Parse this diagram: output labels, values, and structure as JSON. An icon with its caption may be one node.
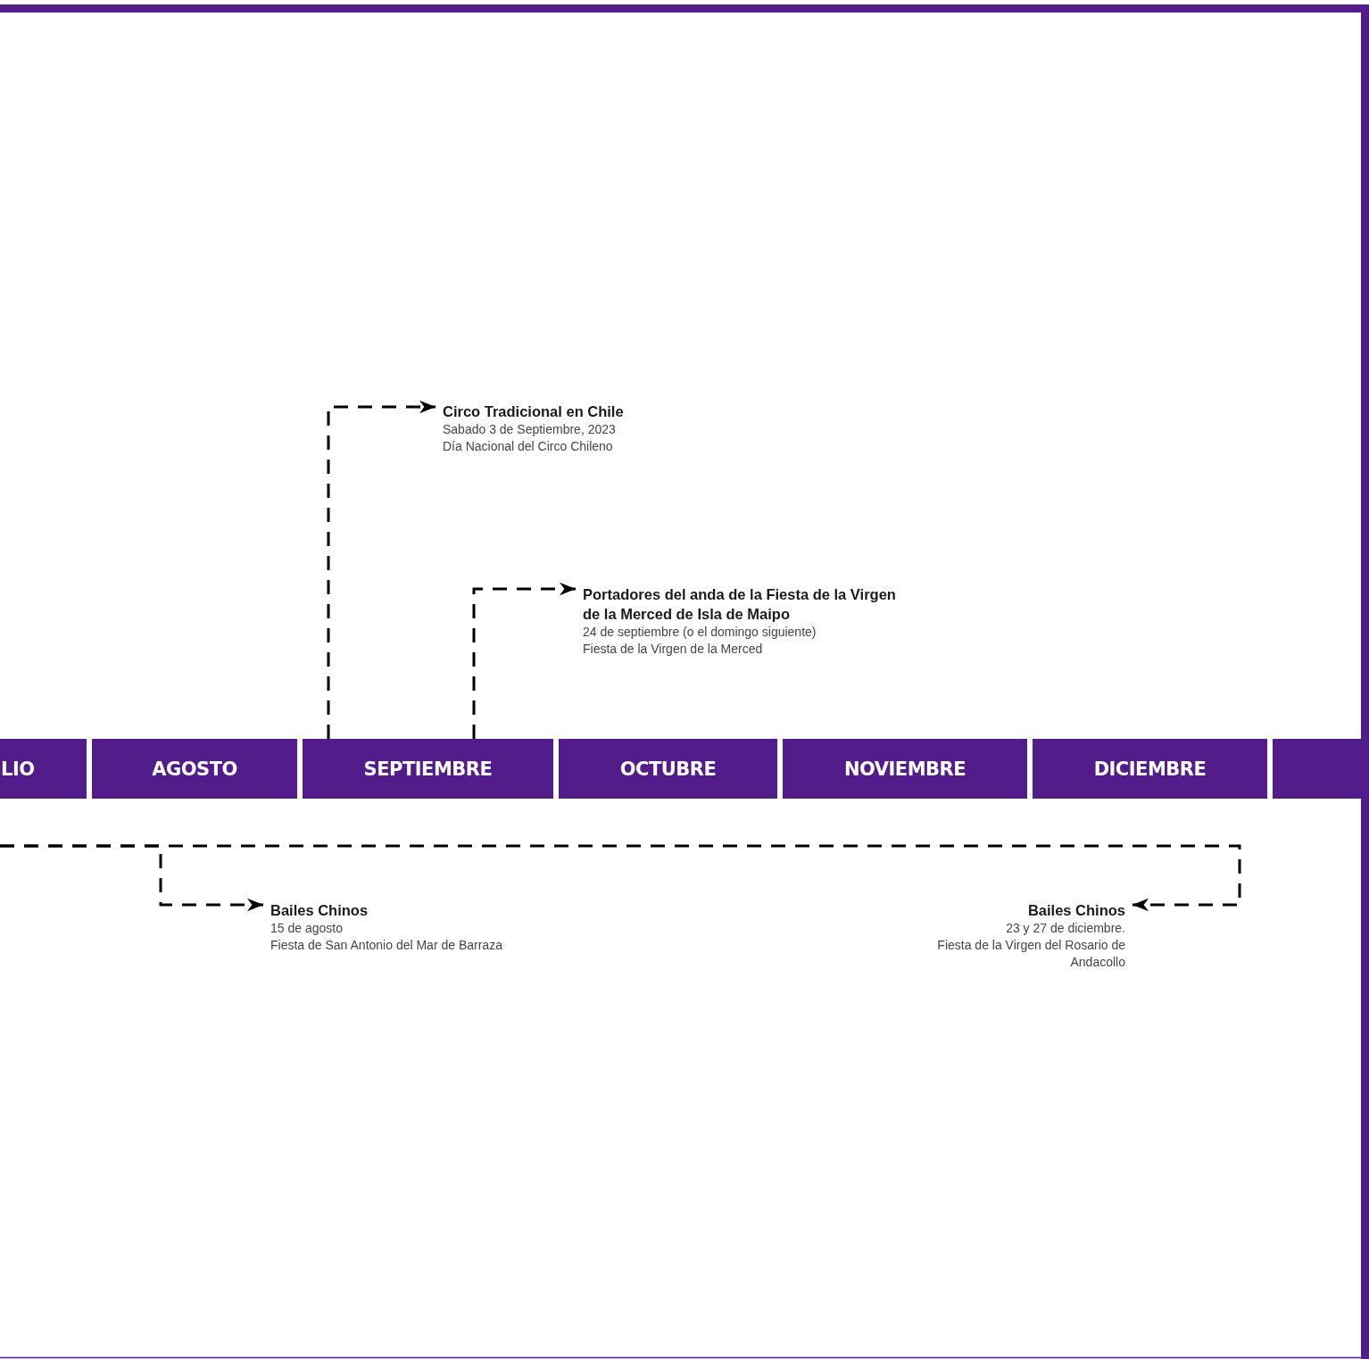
{
  "diagram": {
    "nodes": [
      {
        "text": [
          "LIO"
        ]
      },
      {
        "text": [
          "AGOSTO"
        ]
      },
      {
        "text": [
          "SEPTIEMBRE"
        ]
      },
      {
        "text": [
          "OCTUBRE"
        ]
      },
      {
        "text": [
          "NOVIEMBRE"
        ]
      },
      {
        "text": [
          "DICIEMBRE"
        ]
      },
      {
        "text": [],
        "shape": "box"
      },
      {
        "text": [
          "Circo Tradicional en Chile",
          "Sabado 3 de Septiembre, 2023",
          "Día Nacional del Circo Chileno"
        ]
      },
      {
        "text": [
          "Portadores del anda de la Fiesta de la Virgen de la Merced de Isla de Maipo",
          "24 de septiembre (o el domingo siguiente)",
          "Fiesta de la Virgen de la Merced"
        ]
      },
      {
        "text": [
          "Bailes Chinos",
          "15 de agosto",
          "Fiesta de San Antonio del Mar de Barraza"
        ]
      },
      {
        "text": [
          "Bailes Chinos",
          "23 y 27 de diciembre.",
          "Fiesta de la Virgen del Rosario de Andacollo"
        ]
      }
    ],
    "edges": [
      {
        "from": 2,
        "to": 7,
        "arrow": "to",
        "style": "dashed"
      },
      {
        "from": 2,
        "to": 8,
        "arrow": "to",
        "style": "dashed"
      },
      {
        "from": null,
        "to": 9,
        "arrow": "to",
        "style": "dashed"
      },
      {
        "from": null,
        "to": 10,
        "arrow": "to",
        "style": "dashed"
      }
    ]
  }
}
